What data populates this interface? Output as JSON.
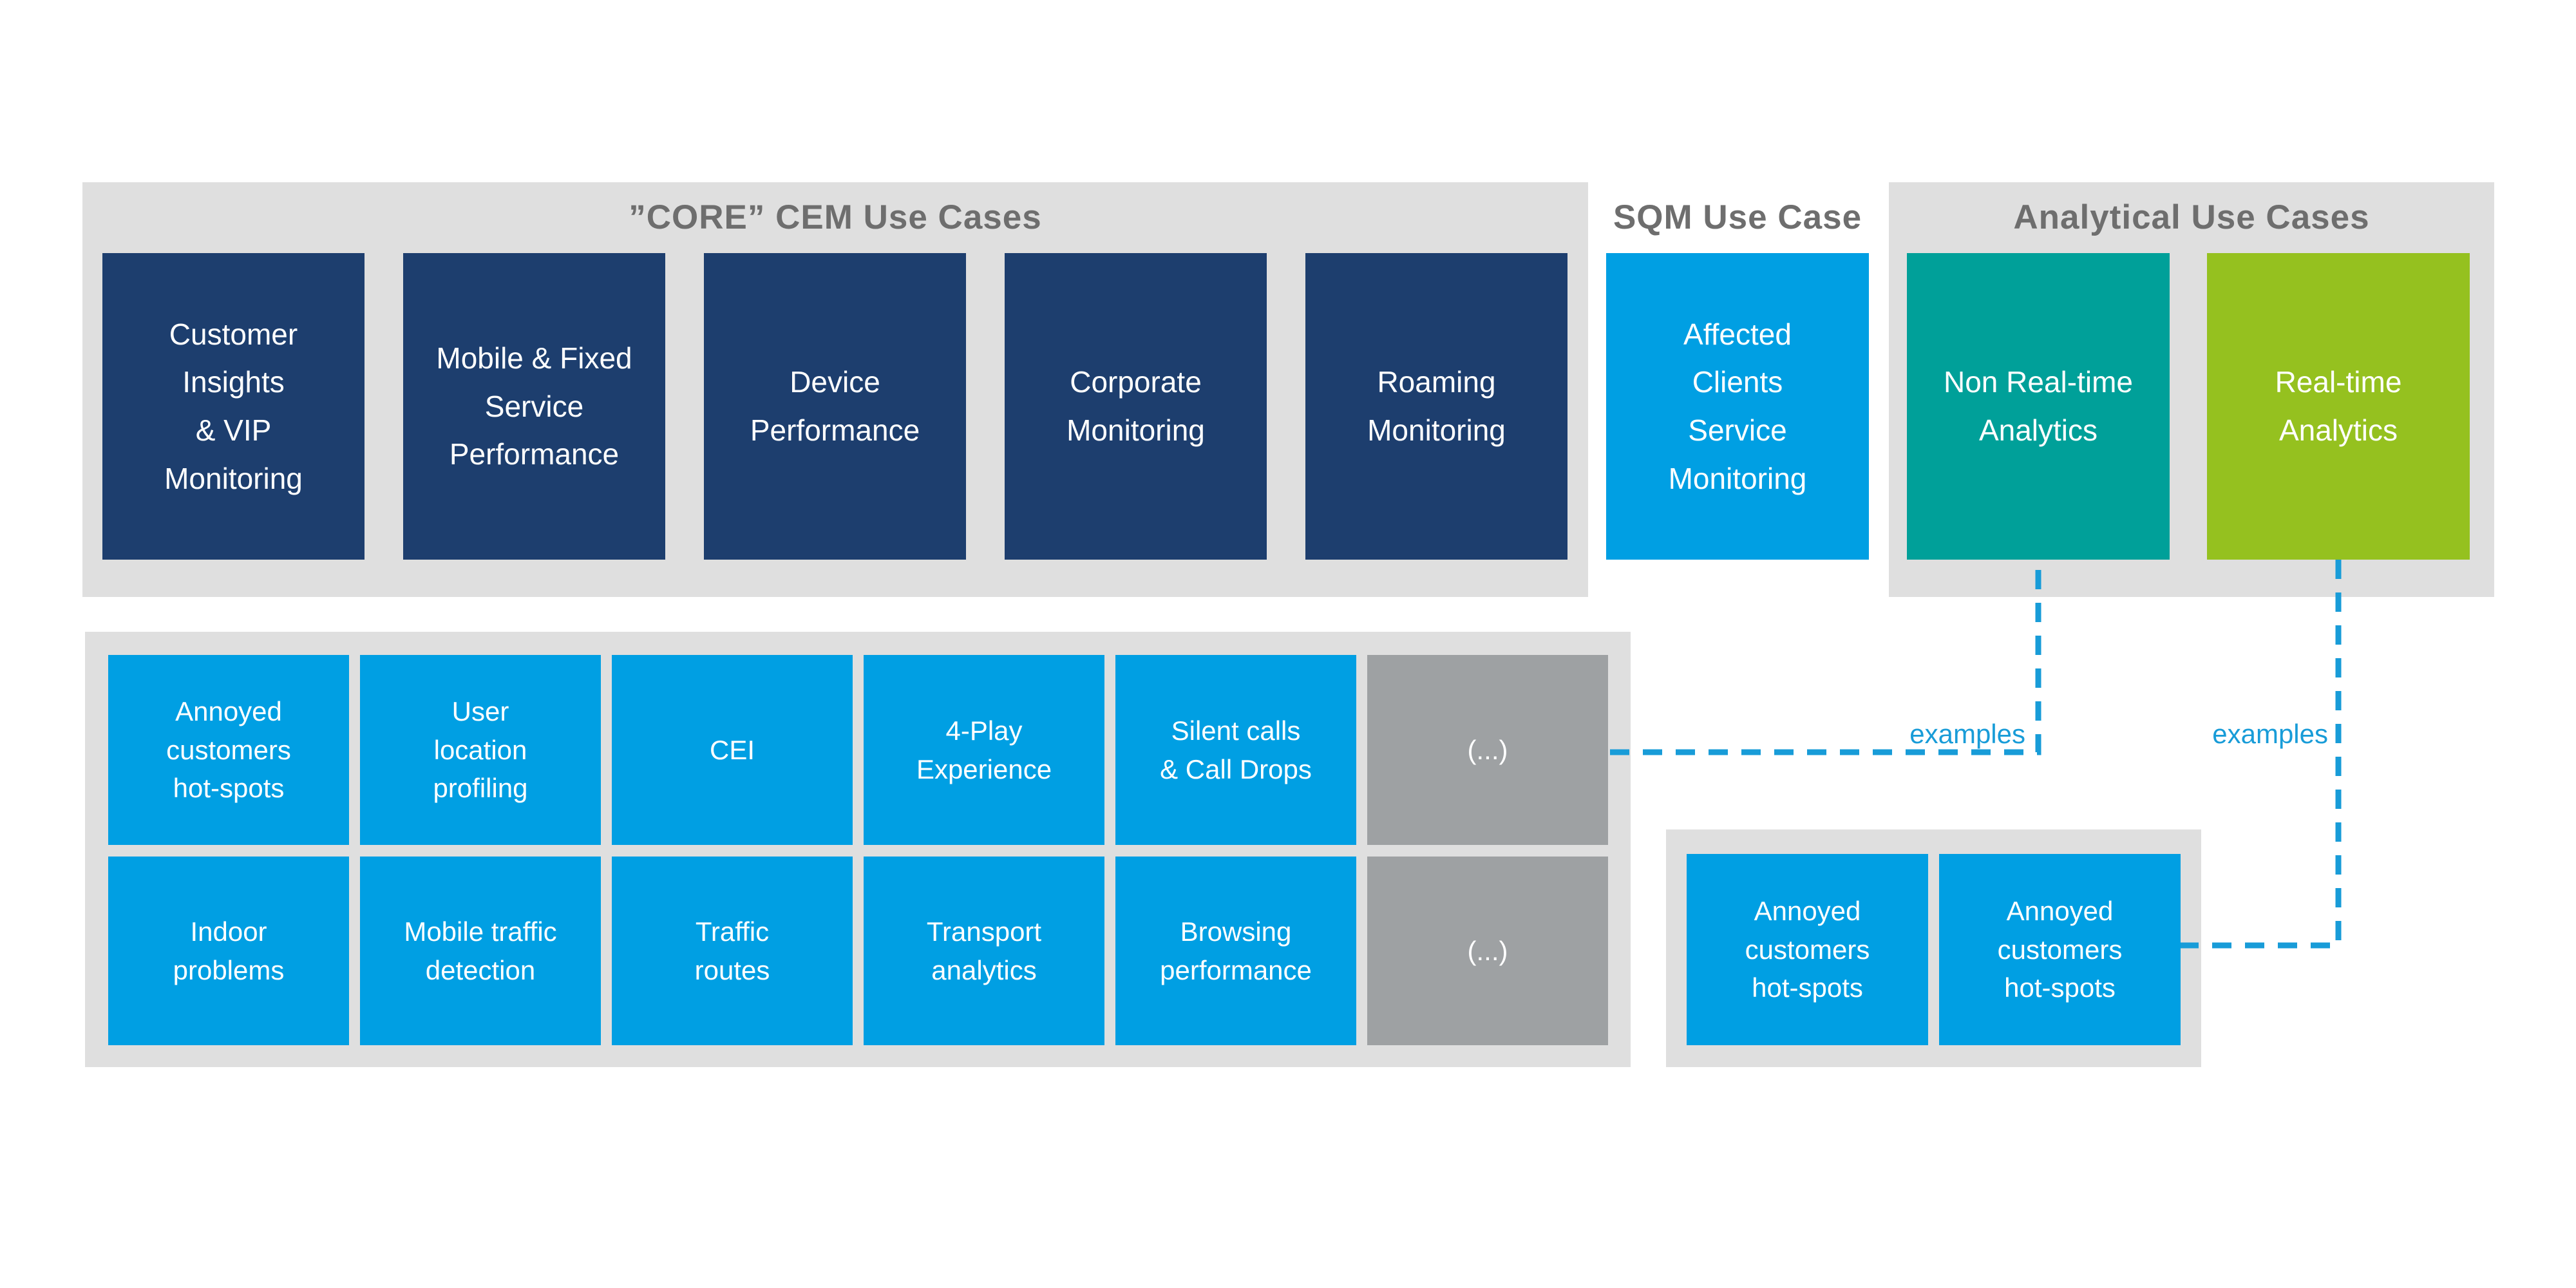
{
  "colors": {
    "panel_bg": "#dfdfdf",
    "navy": "#1d3e6e",
    "blue": "#009fe3",
    "teal": "#00a099",
    "green": "#95c11f",
    "grey_box": "#9ea1a3",
    "header_text": "#6e6e6e",
    "accent_blue": "#189cd8",
    "box_text": "#ffffff"
  },
  "core": {
    "title": "”CORE” CEM Use Cases",
    "boxes": [
      {
        "label": "Customer\nInsights\n& VIP\nMonitoring"
      },
      {
        "label": "Mobile & Fixed\nService\nPerformance"
      },
      {
        "label": "Device\nPerformance"
      },
      {
        "label": "Corporate\nMonitoring"
      },
      {
        "label": "Roaming\nMonitoring"
      }
    ]
  },
  "sqm": {
    "title": "SQM Use Case",
    "box": {
      "label": "Affected\nClients\nService\nMonitoring"
    }
  },
  "analytical": {
    "title": "Analytical Use Cases",
    "boxes": [
      {
        "label": "Non Real-time\nAnalytics"
      },
      {
        "label": "Real-time\nAnalytics"
      }
    ]
  },
  "grid": {
    "row1": [
      {
        "label": "Annoyed\ncustomers\nhot-spots"
      },
      {
        "label": "User\nlocation\nprofiling"
      },
      {
        "label": "CEI"
      },
      {
        "label": "4-Play\nExperience"
      },
      {
        "label": "Silent calls\n& Call Drops"
      },
      {
        "label": "(...)"
      }
    ],
    "row2": [
      {
        "label": "Indoor\nproblems"
      },
      {
        "label": "Mobile traffic\ndetection"
      },
      {
        "label": "Traffic\nroutes"
      },
      {
        "label": "Transport\nanalytics"
      },
      {
        "label": "Browsing\nperformance"
      },
      {
        "label": "(...)"
      }
    ]
  },
  "small_panel": {
    "boxes": [
      {
        "label": "Annoyed\ncustomers\nhot-spots"
      },
      {
        "label": "Annoyed\ncustomers\nhot-spots"
      }
    ]
  },
  "connectors": {
    "examples1": "examples",
    "examples2": "examples"
  }
}
